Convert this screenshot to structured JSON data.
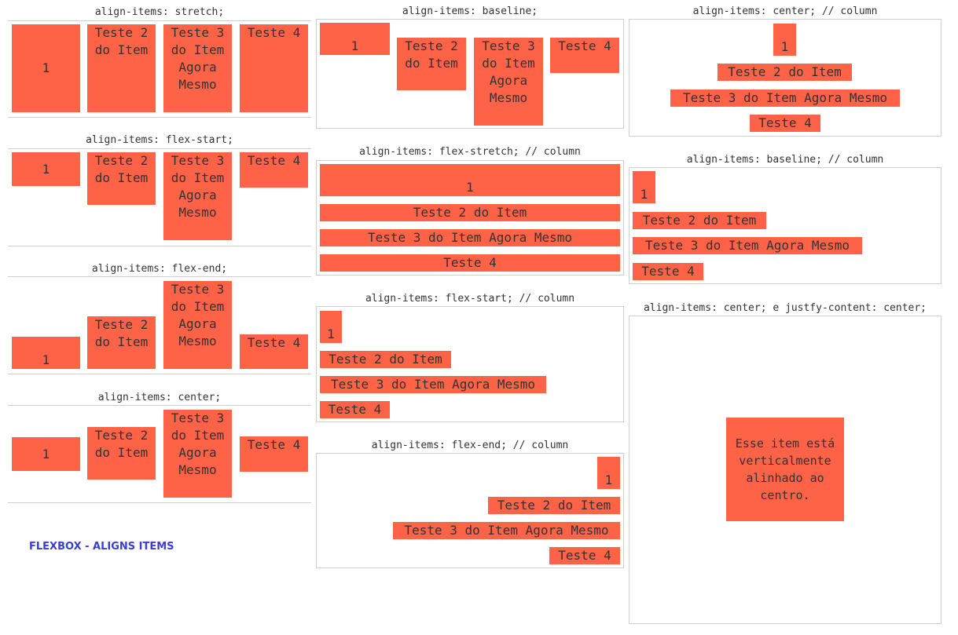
{
  "labels": {
    "stretch": "align-items: stretch;",
    "flex_start": "align-items: flex-start;",
    "flex_end": "align-items: flex-end;",
    "center": "align-items: center;",
    "baseline": "align-items: baseline;",
    "col_stretch": "align-items: flex-stretch; // column",
    "col_flex_start": "align-items: flex-start; // column",
    "col_flex_end": "align-items: flex-end; // column",
    "col_center": "align-items: center; // column",
    "col_baseline": "align-items: baseline; // column",
    "center_justify": "align-items: center; e justfy-content: center;"
  },
  "items": {
    "i1": "1",
    "i2_wrap": "Teste 2 do Item",
    "i3_wrap": "Teste 3 do Item Agora Mesmo",
    "i4_wrap": "Teste 4",
    "i2": "Teste 2 do Item",
    "i3": "Teste 3 do Item Agora Mesmo",
    "i4": "Teste 4"
  },
  "centered_text": "Esse item está verticalmente alinhado ao centro.",
  "page_title": "FLEXBOX - ALIGNS ITEMS",
  "colors": {
    "item_bg": "#ff6347",
    "title": "#3a3fcf",
    "border": "#cfcfcf"
  }
}
